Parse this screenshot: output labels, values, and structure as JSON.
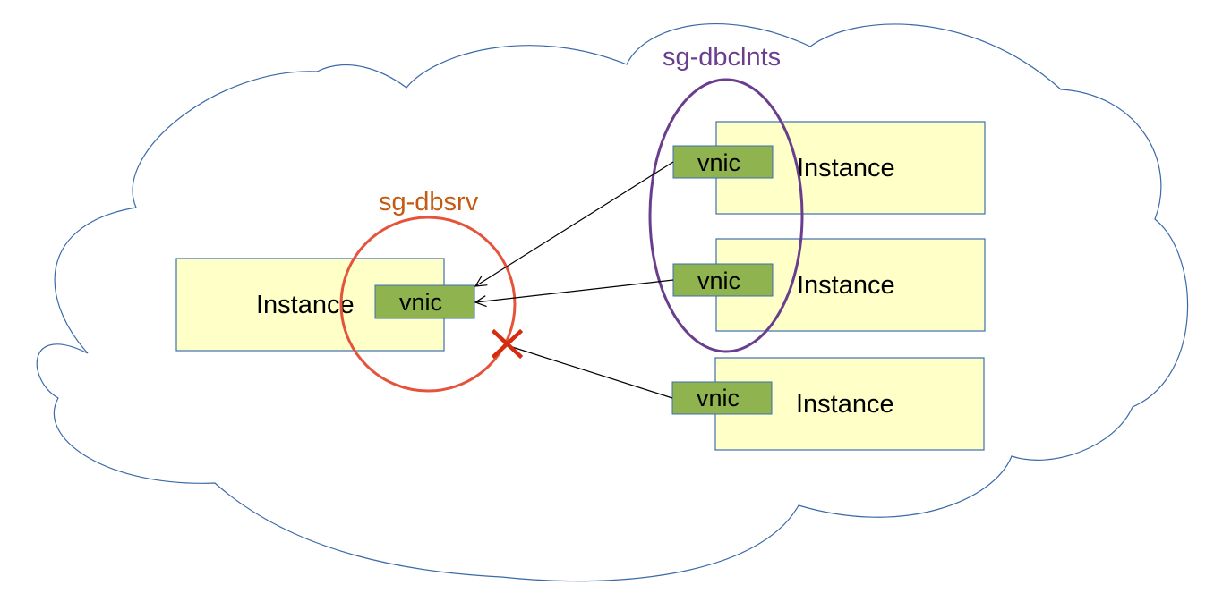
{
  "colors": {
    "cloud_stroke": "#3a6aa8",
    "instance_fill": "#ffffc8",
    "instance_stroke": "#3d6eb0",
    "vnic_fill": "#8fb34e",
    "vnic_stroke": "#3d6eb0",
    "sg_dbsrv": "#e5543a",
    "sg_dbsrv_text": "#c55a11",
    "sg_dbclnts": "#6a3e8e",
    "arrow": "#000000",
    "blocked_mark": "#d52b0e"
  },
  "groups": {
    "sg_dbsrv": {
      "label": "sg-dbsrv"
    },
    "sg_dbclnts": {
      "label": "sg-dbclnts"
    }
  },
  "server": {
    "instance_label": "Instance",
    "vnic_label": "vnic"
  },
  "clients": [
    {
      "instance_label": "Instance",
      "vnic_label": "vnic",
      "in_group": "sg-dbclnts",
      "allowed": true
    },
    {
      "instance_label": "Instance",
      "vnic_label": "vnic",
      "in_group": "sg-dbclnts",
      "allowed": true
    },
    {
      "instance_label": "Instance",
      "vnic_label": "vnic",
      "in_group": null,
      "allowed": false
    }
  ],
  "icons": {
    "blocked": "x-mark-icon"
  }
}
